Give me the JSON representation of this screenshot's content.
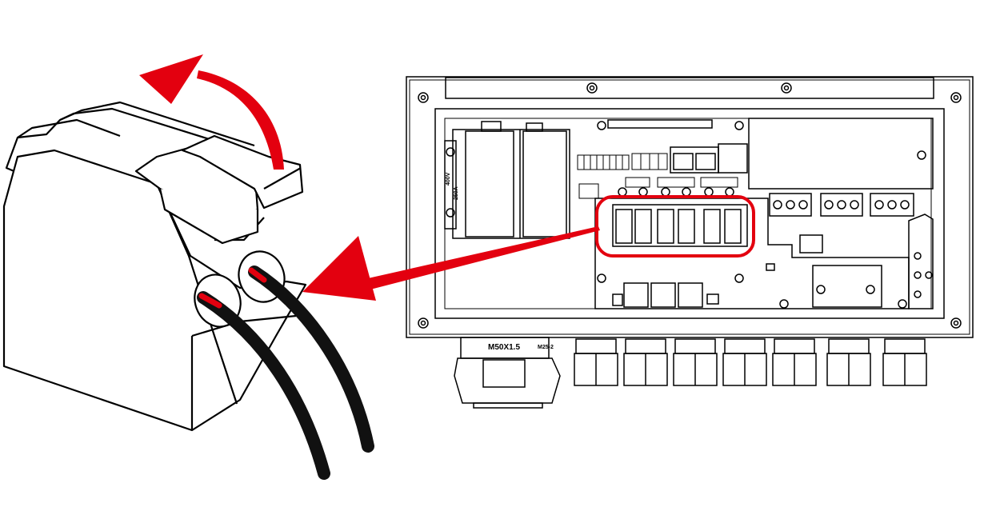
{
  "diagram": {
    "gland_large_label": "M50X1.5",
    "gland_small_label": "M25-2",
    "breaker_rating_a": "400V",
    "breaker_rating_b": "250A",
    "accent_color": "#e3000f",
    "outline_color": "#000000",
    "cable_color": "#111111",
    "cable_tip_color": "#e3000f",
    "icons": [
      "open-arrow-icon",
      "pointer-arrow-icon"
    ]
  }
}
